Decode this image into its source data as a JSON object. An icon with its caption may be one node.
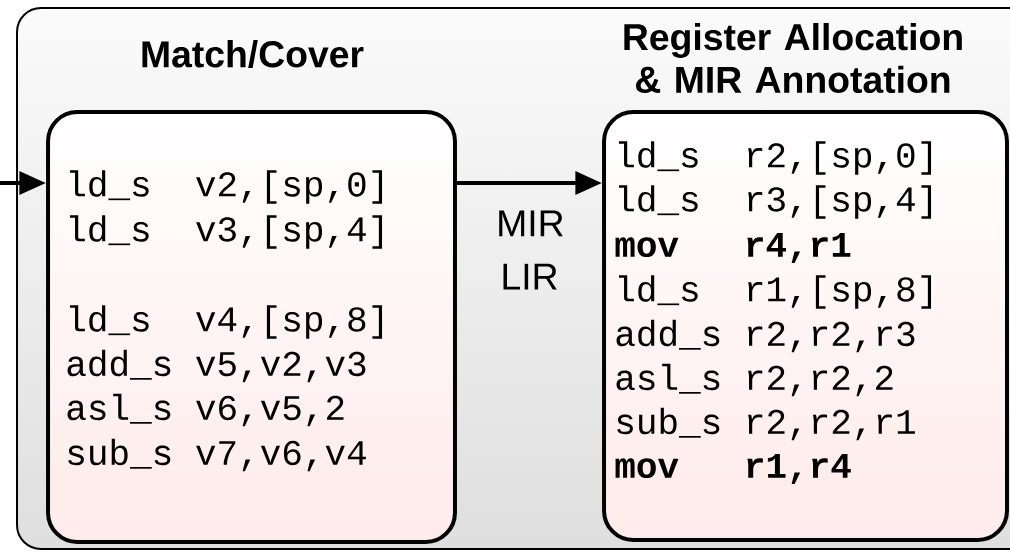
{
  "diagram": {
    "nodes": [
      {
        "text": [],
        "shape": "box"
      },
      {
        "text": [
          "Match/Cover",
          "ld_s  v2,[sp,0]",
          "ld_s  v3,[sp,4]",
          "ld_s  v4,[sp,8]",
          "add_s v5,v2,v3",
          "asl_s v6,v5,2",
          "sub_s v7,v6,v4"
        ],
        "in": 0
      },
      {
        "text": [
          "Register Allocation & MIR Annotation",
          "ld_s  r2,[sp,0]",
          "ld_s  r3,[sp,4]",
          "**mov   r4,r1**",
          "ld_s  r1,[sp,8]",
          "add_s r2,r2,r3",
          "asl_s r2,r2,2",
          "sub_s r2,r2,r1",
          "**mov   r1,r4**"
        ],
        "in": 0
      }
    ],
    "edges": [
      {
        "from": null,
        "to": 1,
        "arrow": "to"
      },
      {
        "from": 1,
        "to": 2,
        "arrow": "to",
        "label": "MIR LIR"
      }
    ]
  }
}
